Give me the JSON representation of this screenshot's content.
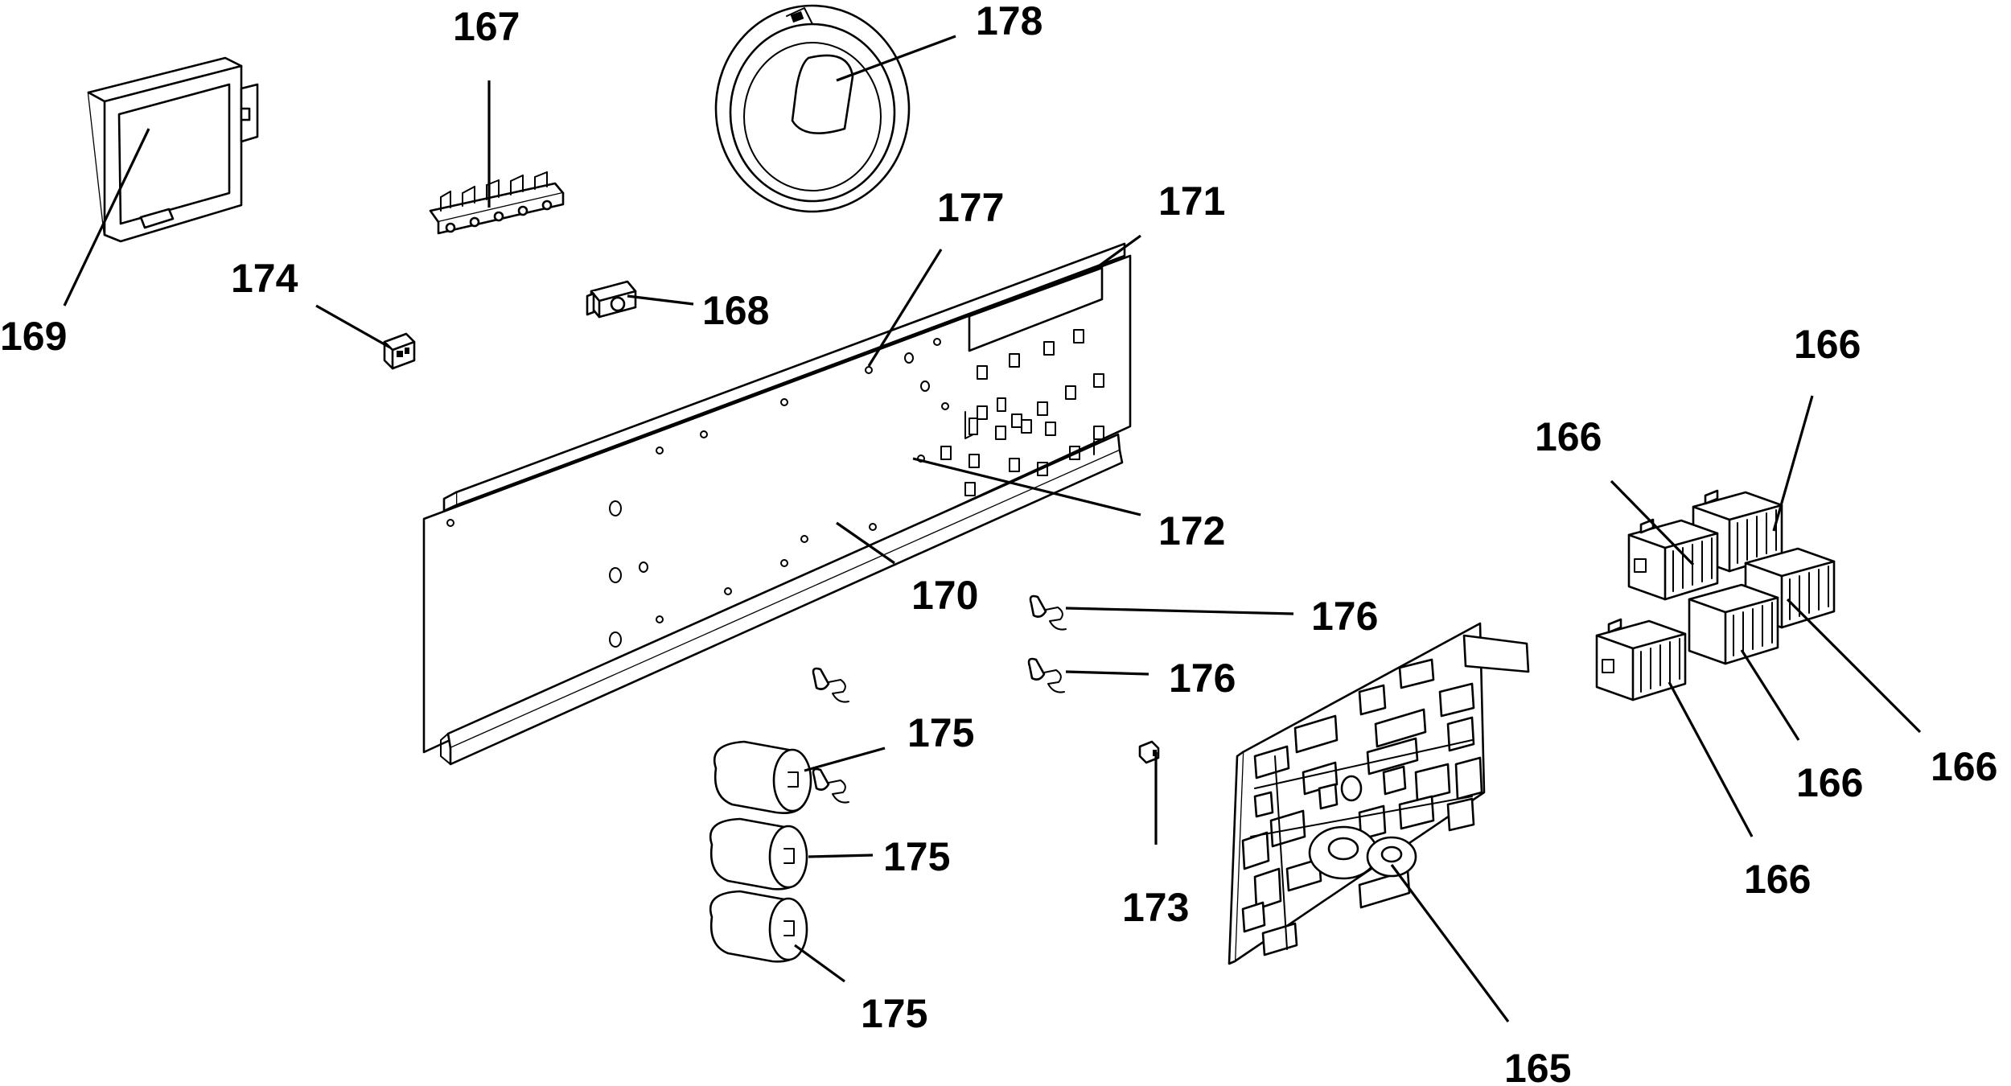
{
  "callouts": {
    "c165": "165",
    "c166a": "166",
    "c166b": "166",
    "c166c": "166",
    "c166d": "166",
    "c166e": "166",
    "c167": "167",
    "c168": "168",
    "c169": "169",
    "c170": "170",
    "c171": "171",
    "c172": "172",
    "c173": "173",
    "c174": "174",
    "c175a": "175",
    "c175b": "175",
    "c175c": "175",
    "c176a": "176",
    "c176b": "176",
    "c177": "177",
    "c178": "178"
  },
  "colors": {
    "ink": "#000000",
    "paper": "#ffffff"
  }
}
